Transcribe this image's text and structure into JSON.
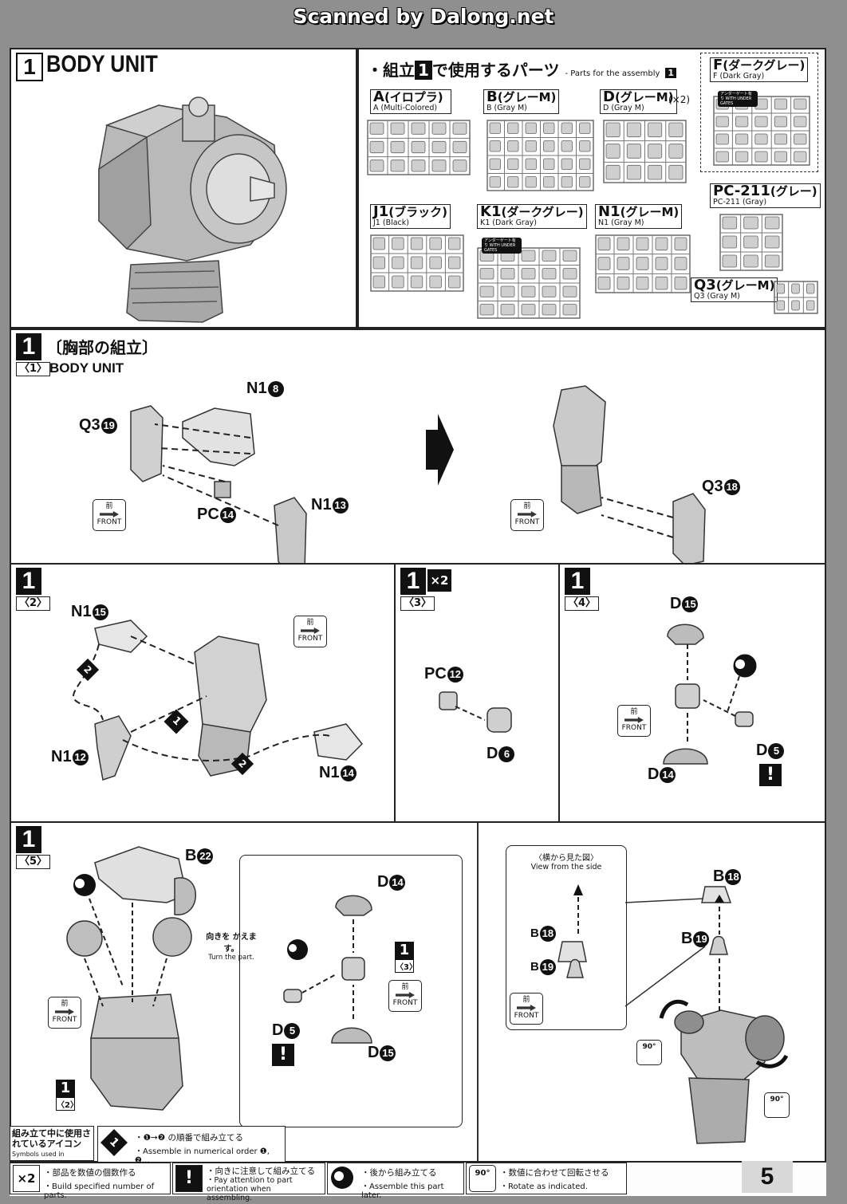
{
  "scan_credit": "Scanned by Dalong.net",
  "header": {
    "step_number": "1",
    "unit_title": "BODY UNIT",
    "parts_title_jp_pre": "・組立",
    "parts_title_num": "1",
    "parts_title_jp_post": "で使用するパーツ",
    "parts_title_en": "- Parts for the assembly",
    "parts_title_en_num": "1"
  },
  "parts": [
    {
      "code": "A",
      "jp": "(イロプラ)",
      "en": "A (Multi-Colored)",
      "mult": ""
    },
    {
      "code": "B",
      "jp": "(グレーM)",
      "en": "B (Gray M)",
      "mult": ""
    },
    {
      "code": "D",
      "jp": "(グレーM)",
      "en": "D (Gray M)",
      "mult": "(×2)"
    },
    {
      "code": "F",
      "jp": "(ダークグレー)",
      "en": "F (Dark Gray)",
      "mult": ""
    },
    {
      "code": "J1",
      "jp": "(ブラック)",
      "en": "J1 (Black)",
      "mult": ""
    },
    {
      "code": "K1",
      "jp": "(ダークグレー)",
      "en": "K1 (Dark Gray)",
      "mult": ""
    },
    {
      "code": "N1",
      "jp": "(グレーM)",
      "en": "N1 (Gray M)",
      "mult": ""
    },
    {
      "code": "PC-211",
      "jp": "(グレー)",
      "en": "PC-211 (Gray)",
      "mult": ""
    },
    {
      "code": "Q3",
      "jp": "(グレーM)",
      "en": "Q3 (Gray M)",
      "mult": ""
    }
  ],
  "under_gates_badge": "アンダーゲート有り WITH UNDER GATES",
  "step1_1": {
    "step": "1",
    "title_jp": "〔胸部の組立〕",
    "sub": "〈1〉",
    "title_en": "BODY UNIT",
    "labels": [
      {
        "code": "N1",
        "num": "8"
      },
      {
        "code": "Q3",
        "num": "19"
      },
      {
        "code": "PC",
        "num": "14"
      },
      {
        "code": "N1",
        "num": "13"
      },
      {
        "code": "Q3",
        "num": "18"
      }
    ]
  },
  "front": {
    "jp": "前",
    "en": "FRONT"
  },
  "step1_2": {
    "step": "1",
    "sub": "〈2〉",
    "labels": [
      {
        "code": "N1",
        "num": "15"
      },
      {
        "code": "N1",
        "num": "12"
      },
      {
        "code": "N1",
        "num": "14"
      }
    ],
    "order": [
      "1",
      "2",
      "2"
    ]
  },
  "step1_3": {
    "step": "1",
    "sub": "〈3〉",
    "mult": "×2",
    "labels": [
      {
        "code": "PC",
        "num": "12"
      },
      {
        "code": "D",
        "num": "6"
      }
    ]
  },
  "step1_4": {
    "step": "1",
    "sub": "〈4〉",
    "labels": [
      {
        "code": "D",
        "num": "15"
      },
      {
        "code": "D",
        "num": "5"
      },
      {
        "code": "D",
        "num": "14"
      }
    ]
  },
  "step1_5": {
    "step": "1",
    "sub": "〈5〉",
    "labels": [
      {
        "code": "B",
        "num": "22"
      },
      {
        "code": "D",
        "num": "14"
      },
      {
        "code": "D",
        "num": "5"
      },
      {
        "code": "D",
        "num": "15"
      },
      {
        "code": "B",
        "num": "18"
      },
      {
        "code": "B",
        "num": "19"
      }
    ],
    "turn_note_jp": "向きを かえます。",
    "turn_note_en": "Turn the part.",
    "side_view_jp": "〈横から見た図〉",
    "side_view_en": "View from the side",
    "rotate_deg": "90°",
    "ref_step": "1",
    "ref_sub3": "〈3〉",
    "ref_sub2": "〈2〉"
  },
  "legend": {
    "title_jp": "組み立て中に使用されているアイコン",
    "title_en": "Symbols used in instructions",
    "items": [
      {
        "icon": "1",
        "jp": "・❶→❷ の順番で組み立てる",
        "en": "・Assemble in numerical order ❶, ❷..."
      },
      {
        "icon": "×2",
        "jp": "・部品を数値の個数作る",
        "en": "・Build specified number of parts."
      },
      {
        "icon": "!",
        "jp": "・向きに注意して組み立てる",
        "en": "・Pay attention to part orientation when assembling."
      },
      {
        "icon": "later",
        "jp": "・後から組み立てる",
        "en": "・Assemble this part later."
      },
      {
        "icon": "90°",
        "jp": "・数値に合わせて回転させる",
        "en": "・Rotate as indicated."
      }
    ]
  },
  "page_number": "5"
}
